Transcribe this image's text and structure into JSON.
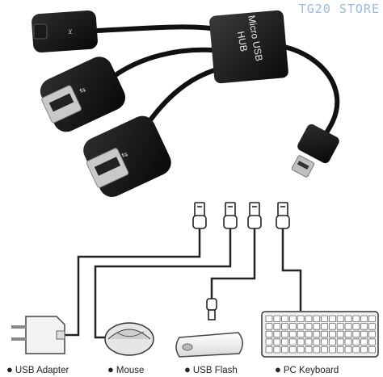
{
  "watermark": "TG20 STORE",
  "product": {
    "hub_label_line1": "Micro USB",
    "hub_label_line2": "HUB"
  },
  "devices": [
    {
      "bullet": "●",
      "label": "USB Adapter",
      "icon": "power-adapter-icon"
    },
    {
      "bullet": "●",
      "label": "Mouse",
      "icon": "mouse-icon"
    },
    {
      "bullet": "●",
      "label": "USB Flash",
      "icon": "usb-flash-drive-icon"
    },
    {
      "bullet": "●",
      "label": "PC Keyboard",
      "icon": "keyboard-icon"
    }
  ],
  "colors": {
    "cable": "#111111",
    "watermark": "#9bb8e8",
    "line": "#222222"
  }
}
